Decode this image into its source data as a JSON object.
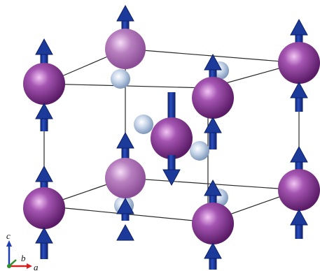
{
  "colors": {
    "background": "#ffffff",
    "cell_edge": "#2a2a2a",
    "metal_atom": "#7b2d86",
    "metal_atom_light": "#f2c6f3",
    "metal_atom_faded": "#a467b0",
    "small_atom": "#a9bfd9",
    "small_atom_light": "#ffffff",
    "spin_arrow": "#1c3a99",
    "spin_arrow_dark": "#0d1f66",
    "axis_a": "#d62020",
    "axis_b": "#2f8f2f",
    "axis_c": "#1f3fb0"
  },
  "icons": {
    "large_atom": "sphere-purple-icon",
    "small_atom": "sphere-lightblue-icon",
    "spin_up": "arrow-up-icon",
    "spin_down": "arrow-down-icon"
  },
  "axes": {
    "a": "a",
    "b": "b",
    "c": "c"
  }
}
